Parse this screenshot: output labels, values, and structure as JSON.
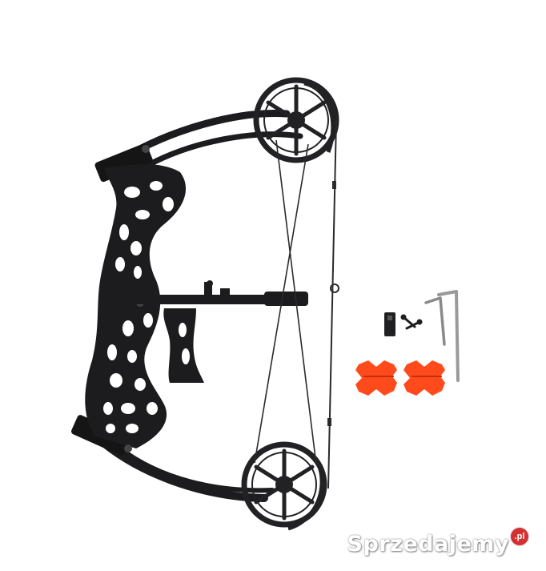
{
  "watermark": {
    "text": "Sprzedajemy",
    "badge": ".pl",
    "badge_color": "#d0201f"
  },
  "colors": {
    "bow_frame": "#1c1c1e",
    "cam": "#222225",
    "string": "#2a2a2a",
    "arrow_rest": "#ff4a1c",
    "background": "#ffffff"
  },
  "objects": [
    "compound-bow",
    "upper-cam",
    "lower-cam",
    "skeleton-riser",
    "grip",
    "bow-string",
    "hex-key-wrench-large",
    "hex-key-wrench-small",
    "mounting-screws",
    "rest-bracket",
    "arrow-rest-orange-left",
    "arrow-rest-orange-right"
  ]
}
